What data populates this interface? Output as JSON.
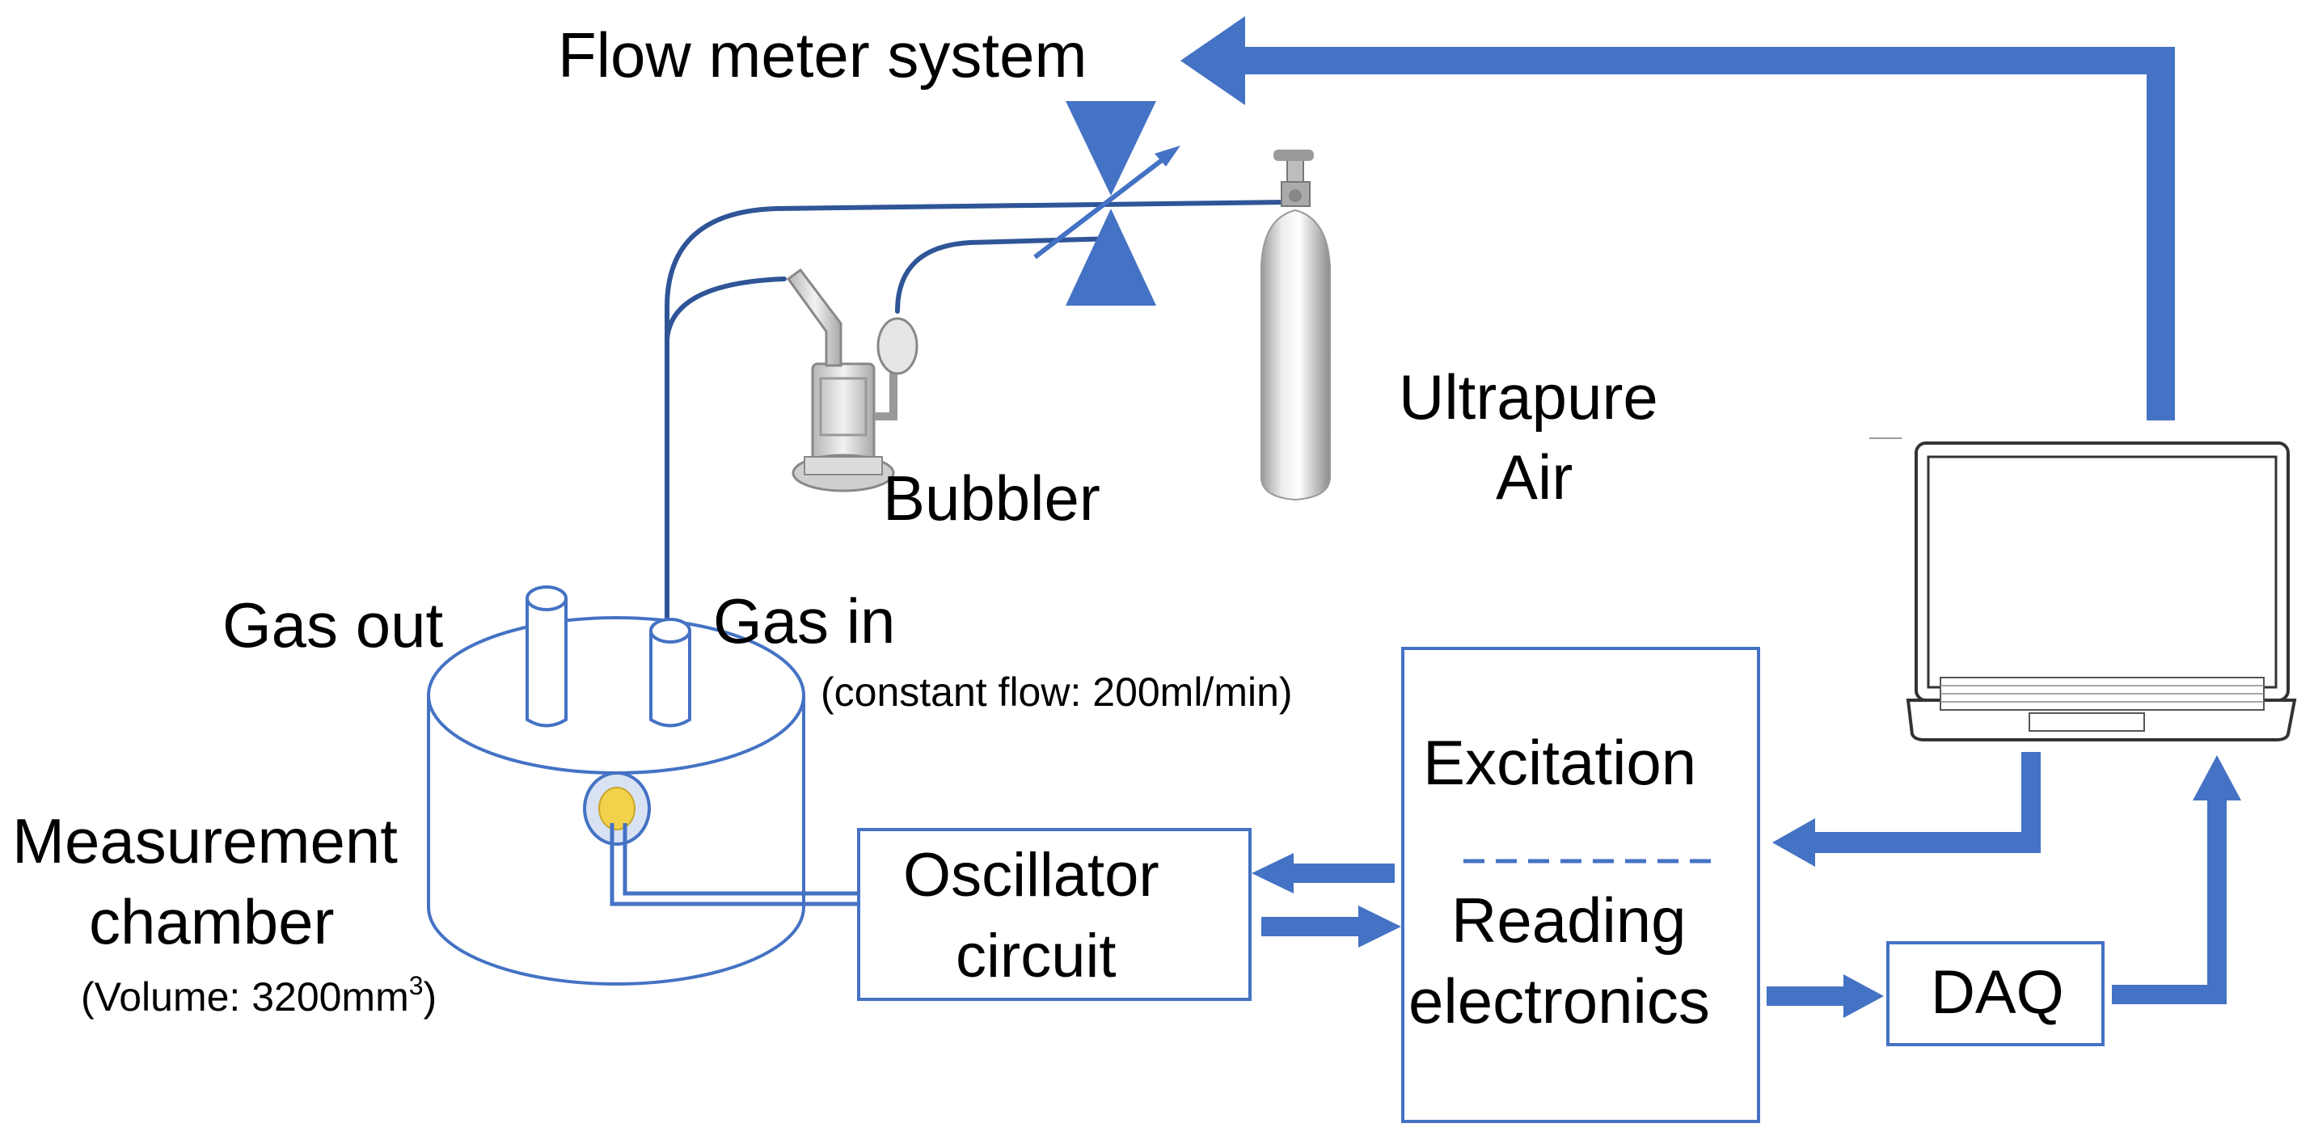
{
  "labels": {
    "flow_meter": "Flow meter system",
    "bubbler": "Bubbler",
    "ultrapure_line1": "Ultrapure",
    "ultrapure_line2": "Air",
    "gas_out": "Gas out",
    "gas_in": "Gas in",
    "constant_flow": "(constant flow: 200ml/min)",
    "chamber_line1": "Measurement",
    "chamber_line2": "chamber",
    "volume_prefix": "(Volume: 3200mm",
    "volume_sup": "3",
    "volume_suffix": ")",
    "oscillator_line1": "Oscillator",
    "oscillator_line2": "circuit",
    "excitation": "Excitation",
    "reading_line1": "Reading",
    "reading_line2": "electronics",
    "daq": "DAQ"
  },
  "colors": {
    "accent": "#4472C4",
    "tube": "#2F5597",
    "electrode": "#F2D14B"
  },
  "icons": [
    "flow-valve-icon",
    "bubbler-flask-icon",
    "gas-cylinder-icon",
    "laptop-icon"
  ]
}
